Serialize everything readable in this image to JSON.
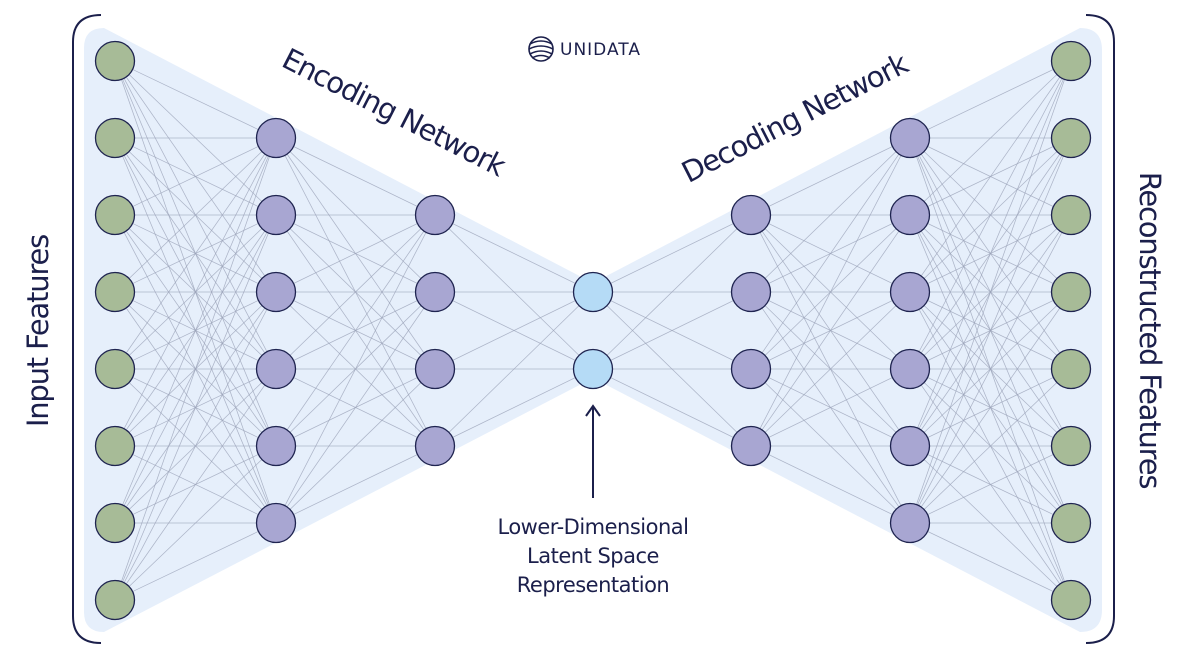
{
  "brand": {
    "name": "UNIDATA",
    "icon": "globe-logo-icon"
  },
  "labels": {
    "input": "Input Features",
    "output": "Reconstructed Features",
    "encoder": "Encoding Network",
    "decoder": "Decoding Network",
    "latent_line1": "Lower-Dimensional",
    "latent_line2": "Latent Space",
    "latent_line3": "Representation"
  },
  "network": {
    "layers": [
      {
        "name": "input",
        "nodes": 8
      },
      {
        "name": "encoder-hidden-1",
        "nodes": 6
      },
      {
        "name": "encoder-hidden-2",
        "nodes": 4
      },
      {
        "name": "latent",
        "nodes": 2
      },
      {
        "name": "decoder-hidden-1",
        "nodes": 4
      },
      {
        "name": "decoder-hidden-2",
        "nodes": 6
      },
      {
        "name": "output",
        "nodes": 8
      }
    ]
  },
  "colors": {
    "input_node": "#a7bb97",
    "hidden_node": "#a8a6d2",
    "latent_node": "#b5dbf6",
    "node_stroke": "#1f2450",
    "band_fill": "#e6effb",
    "text": "#1b1f4b"
  }
}
